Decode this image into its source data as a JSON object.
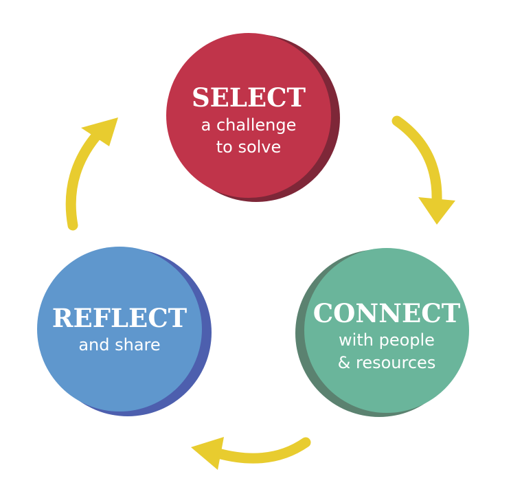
{
  "colors": {
    "select": "#c0344a",
    "select_shadow": "#7e2738",
    "connect": "#6ab59b",
    "connect_shadow": "#5b8270",
    "reflect": "#5f97cd",
    "reflect_shadow": "#4d5fae",
    "arrow": "#e8cc2f"
  },
  "steps": [
    {
      "title": "SELECT",
      "line1": "a challenge",
      "line2": "to solve"
    },
    {
      "title": "CONNECT",
      "line1": "with people",
      "line2": "& resources"
    },
    {
      "title": "REFLECT",
      "line1": "and share"
    }
  ]
}
